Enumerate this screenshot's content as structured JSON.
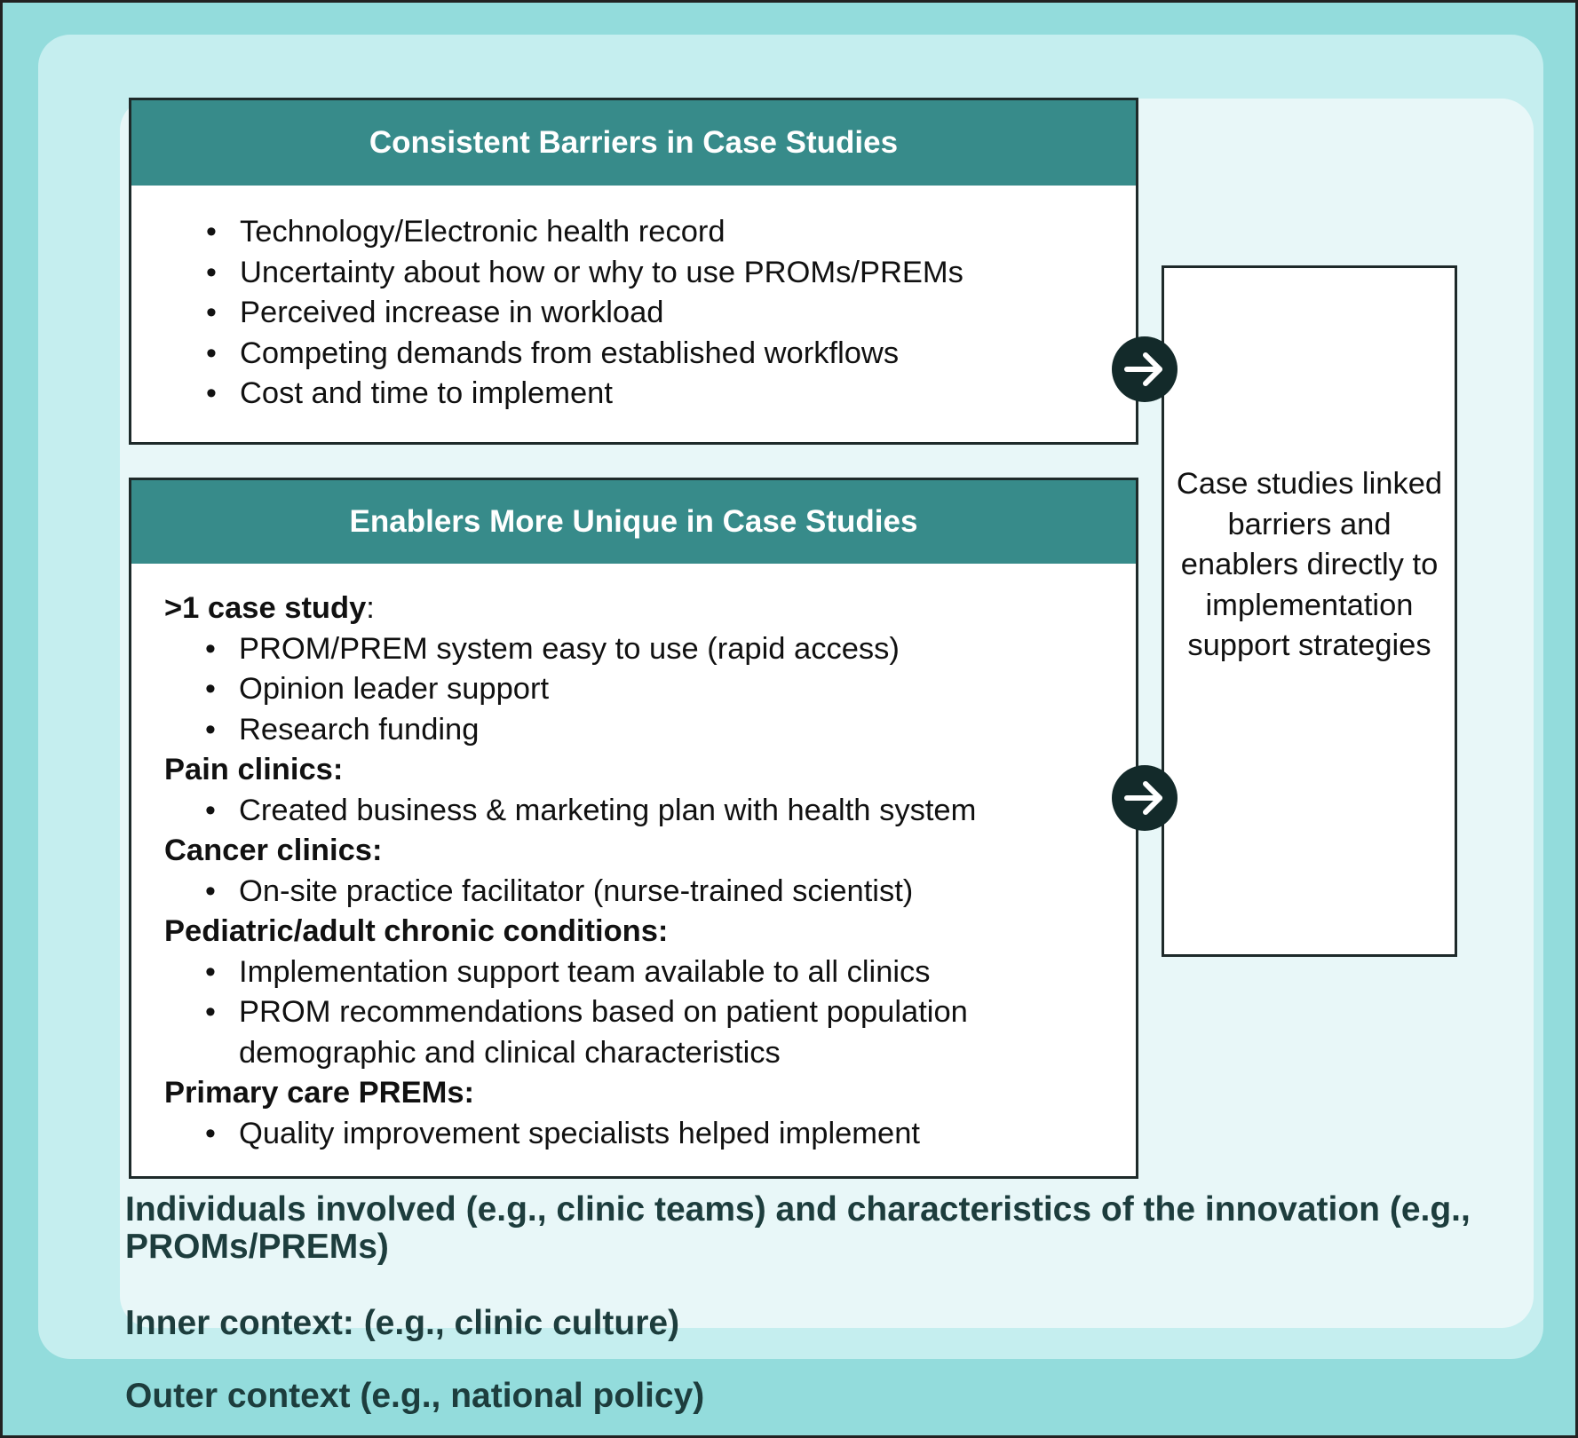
{
  "contexts": {
    "outer": "Outer context (e.g., national policy)",
    "inner": "Inner context: (e.g., clinic culture)",
    "individuals": "Individuals involved (e.g., clinic teams) and characteristics of the innovation (e.g., PROMs/PREMs)"
  },
  "barriers": {
    "title": "Consistent Barriers in Case Studies",
    "items": [
      "Technology/Electronic health record",
      "Uncertainty about how or why to use PROMs/PREMs",
      "Perceived increase in workload",
      "Competing demands from established workflows",
      "Cost and time to implement"
    ]
  },
  "enablers": {
    "title": "Enablers More Unique in Case Studies",
    "groups": [
      {
        "title": ">1 case study",
        "suffix": ":",
        "items": [
          "PROM/PREM system easy to use (rapid access)",
          "Opinion leader support",
          "Research funding"
        ]
      },
      {
        "title": "Pain clinics:",
        "suffix": "",
        "items": [
          "Created business & marketing plan with health system"
        ]
      },
      {
        "title": "Cancer clinics:",
        "suffix": "",
        "items": [
          "On-site practice facilitator (nurse-trained scientist)"
        ]
      },
      {
        "title": "Pediatric/adult chronic conditions:",
        "suffix": "",
        "items": [
          "Implementation support team available to all clinics",
          "PROM recommendations based on patient population demographic and clinical characteristics"
        ]
      },
      {
        "title": "Primary care PREMs:",
        "suffix": "",
        "items": [
          "Quality improvement specialists helped implement"
        ]
      }
    ]
  },
  "linked": {
    "text": "Case studies linked barriers and enablers directly to implementation support strategies"
  },
  "icons": {
    "arrow_top": "arrow-right-circle-icon",
    "arrow_bottom": "arrow-right-circle-icon"
  },
  "colors": {
    "outer": "#93dcdc",
    "inner": "#c5eeef",
    "individuals": "#e8f7f8",
    "header": "#378b8a",
    "label": "#1d3d3d",
    "arrow": "#132a2a"
  }
}
